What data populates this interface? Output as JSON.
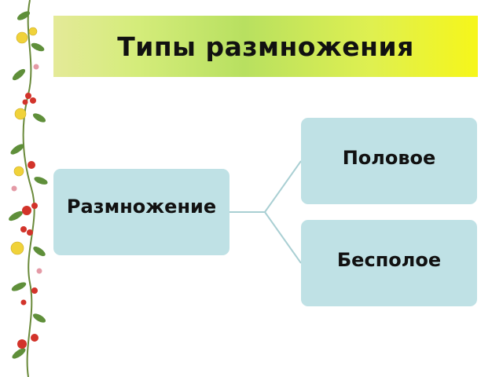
{
  "slide": {
    "title": "Типы размножения"
  },
  "diagram": {
    "root": "Размножение",
    "children": [
      "Половое",
      "Бесполое"
    ]
  },
  "colors": {
    "node_fill": "#bfe1e5",
    "connector": "#a9cfd3",
    "banner_start": "#e4ea98",
    "banner_end": "#f6f61a"
  },
  "icons": {
    "border": "floral-vine-border"
  }
}
